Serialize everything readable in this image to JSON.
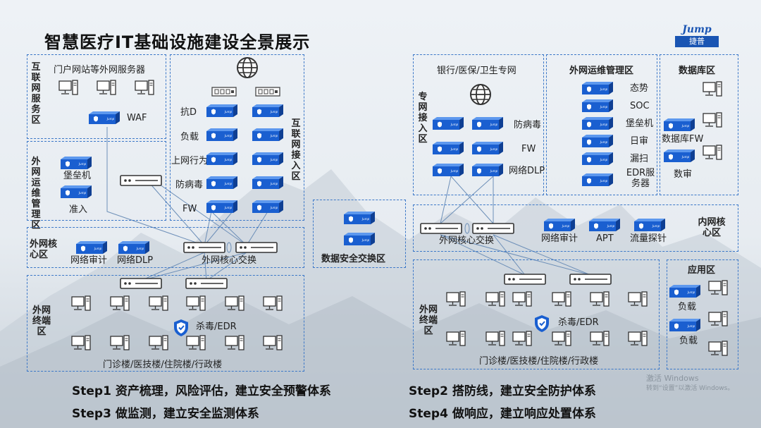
{
  "title": "智慧医疗IT基础设施建设全景展示",
  "logo": {
    "en": "Jump",
    "cn": "捷普"
  },
  "left": {
    "internet_service_zone": {
      "name": "互联网服务区",
      "servers_label": "门户网站等外网服务器",
      "waf_label": "WAF"
    },
    "internet_access_zone": {
      "name": "互联网接入区",
      "rows": [
        "抗D",
        "负载",
        "上网行为",
        "防病毒",
        "FW"
      ]
    },
    "ops_zone": {
      "name": "外网运维管理区",
      "items": [
        "堡垒机",
        "准入"
      ]
    },
    "core_zone": {
      "name": "外网核心区",
      "items": [
        "网络审计",
        "网络DLP"
      ],
      "switch_label": "外网核心交换"
    },
    "terminal_zone": {
      "name": "外网终端区",
      "edr_label": "杀毒/EDR",
      "buildings_label": "门诊楼/医技楼/住院楼/行政楼"
    }
  },
  "middle": {
    "exchange_zone": {
      "name": "数据安全交换区"
    }
  },
  "right": {
    "private_access_zone": {
      "name": "专网接入区",
      "top_label": "银行/医保/卫生专网",
      "rows": [
        "防病毒",
        "FW",
        "网络DLP"
      ]
    },
    "ops_zone": {
      "name": "外网运维管理区",
      "items": [
        "态势",
        "SOC",
        "堡垒机",
        "日审",
        "漏扫",
        "EDR服务器"
      ]
    },
    "db_zone": {
      "name": "数据库区",
      "items": [
        "数据库FW",
        "数审"
      ]
    },
    "core_zone": {
      "name": "内网核心区",
      "switch_label": "外网核心交换",
      "items": [
        "网络审计",
        "APT",
        "流量探针"
      ]
    },
    "terminal_zone": {
      "name": "外网终端区",
      "edr_label": "杀毒/EDR",
      "buildings_label": "门诊楼/医技楼/住院楼/行政楼"
    },
    "app_zone": {
      "name": "应用区",
      "items": [
        "负载",
        "负载"
      ]
    }
  },
  "steps": [
    "Step1 资产梳理，风险评估，建立安全预警体系",
    "Step2 搭防线，建立安全防护体系",
    "Step3 做监测，建立安全监测体系",
    "Step4 做响应，建立响应处置体系"
  ],
  "watermark": {
    "line1": "激活 Windows",
    "line2": "转到“设置”以激活 Windows。"
  },
  "colors": {
    "zone_border": "#3c78c8",
    "appliance": "#1a5fd0",
    "logo": "#1a55b3"
  }
}
